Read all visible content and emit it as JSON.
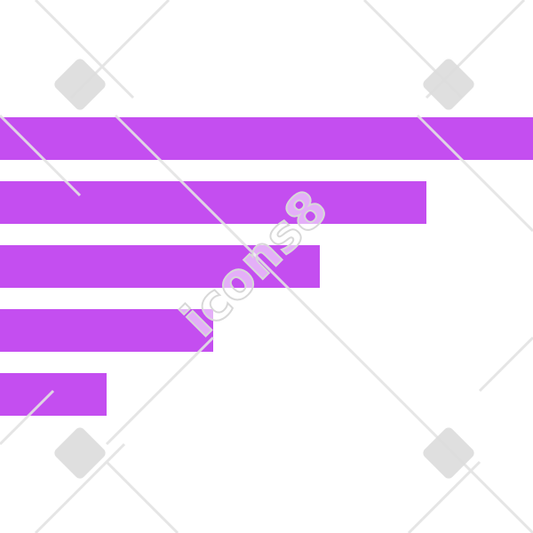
{
  "icon": {
    "name": "descending-bar-list-icon",
    "color": "#c44ef0",
    "bar_lengths_fraction": [
      1.0,
      0.8,
      0.6,
      0.4,
      0.2
    ]
  },
  "watermark": {
    "text": "icons8",
    "color": "#d9d9d9"
  }
}
